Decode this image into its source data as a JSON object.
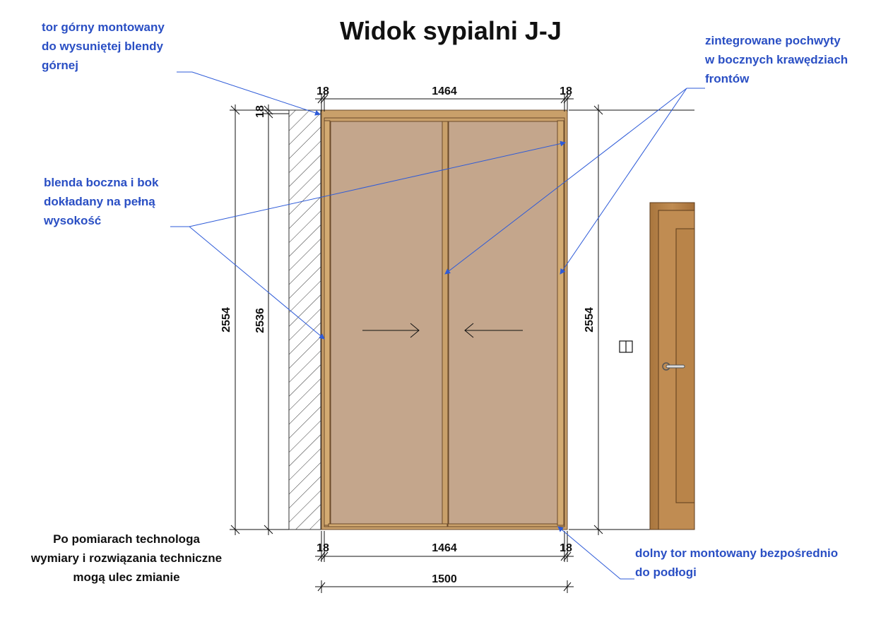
{
  "title": "Widok sypialni J-J",
  "dimensions": {
    "top_left": "18",
    "top_mid": "1464",
    "top_right": "18",
    "left_outer_height": "2554",
    "left_inner_height": "2536",
    "left_top_small": "18",
    "right_height": "2554",
    "bottom_left": "18",
    "bottom_mid": "1464",
    "bottom_right": "18",
    "bottom_total": "1500"
  },
  "annotations": {
    "top_track": [
      "tor górny montowany",
      "do wysuniętej blendy",
      "górnej"
    ],
    "side_trim": [
      "blenda boczna i bok",
      "dokładany na pełną",
      "wysokość"
    ],
    "handles": [
      "zintegrowane pochwyty",
      "w bocznych krawędziach",
      "frontów"
    ],
    "bottom_track": [
      "dolny tor montowany bezpośrednio",
      "do podłogi"
    ]
  },
  "footer_note": [
    "Po pomiarach technologa",
    "wymiary i rozwiązania techniczne",
    "mogą ulec zmianie"
  ],
  "colors": {
    "annotation": "#2a4fc4",
    "leader": "#2e5bd8",
    "panel": "#c4a68c",
    "frame": "#c9a06a",
    "door_wood": "#b7844a"
  }
}
